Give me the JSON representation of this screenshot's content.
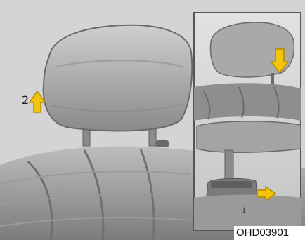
{
  "figure": {
    "code": "OHD03901",
    "callouts": {
      "step_1": "1",
      "step_2": "2"
    }
  },
  "colors": {
    "background": "#d6d6d6",
    "arrow_fill": "#f2c40c",
    "arrow_stroke": "#b48a00",
    "inset_border": "#555555",
    "code_background": "#ffffff"
  }
}
